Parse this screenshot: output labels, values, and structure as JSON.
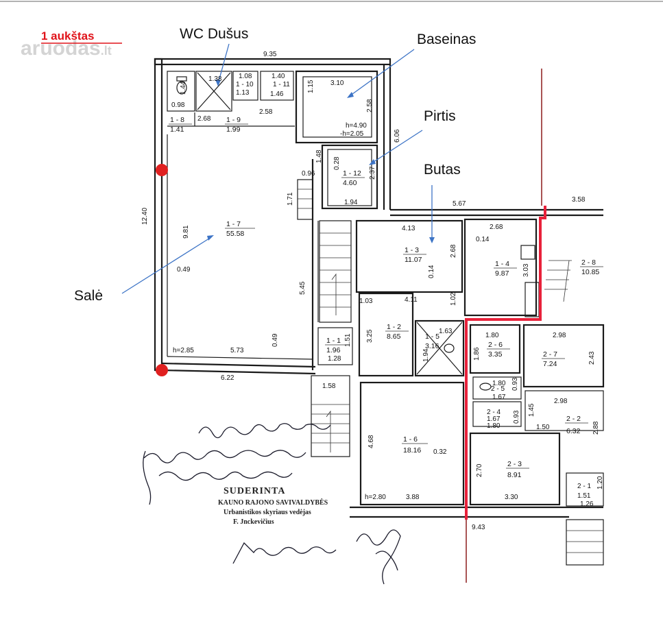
{
  "header": {
    "title": "1 aukštas",
    "watermark": "aruodas",
    "watermark_tld": ".lt"
  },
  "annotations": {
    "wc": "WC  Dušus",
    "pool": "Baseinas",
    "sauna": "Pirtis",
    "flat": "Butas",
    "hall": "Salė"
  },
  "rooms": {
    "r1_8": {
      "id": "1 - 8",
      "area": "1.41"
    },
    "r1_9": {
      "id": "1 - 9",
      "area": "1.99"
    },
    "r1_10": {
      "id": "1 - 10",
      "area": "1.13"
    },
    "r1_11": {
      "id": "1 - 11",
      "area": "1.46"
    },
    "r1_12": {
      "id": "1 - 12",
      "area": "4.60"
    },
    "r1_7": {
      "id": "1 - 7",
      "area": "55.58"
    },
    "r1_3": {
      "id": "1 - 3",
      "area": "11.07"
    },
    "r1_4": {
      "id": "1 - 4",
      "area": "9.87"
    },
    "r2_8": {
      "id": "2 - 8",
      "area": "10.85"
    },
    "r1_1": {
      "id": "1 - 1",
      "area": "1.96"
    },
    "r1_2": {
      "id": "1 - 2",
      "area": "8.65"
    },
    "r1_5": {
      "id": "1 - 5",
      "area": "3.16"
    },
    "r2_6": {
      "id": "2 - 6",
      "area": "3.35"
    },
    "r2_7": {
      "id": "2 - 7",
      "area": "7.24"
    },
    "r2_5": {
      "id": "2 - 5",
      "area": "1.67"
    },
    "r2_4": {
      "id": "2 - 4",
      "area": "1.67"
    },
    "r2_2": {
      "id": "2 - 2",
      "area": "6.32"
    },
    "r1_6": {
      "id": "1 - 6",
      "area": "18.16"
    },
    "r2_3": {
      "id": "2 - 3",
      "area": "8.91"
    },
    "r2_1": {
      "id": "2 - 1",
      "area": "1.51"
    }
  },
  "dims": {
    "top_width": "9.35",
    "d_1_38": "1.38",
    "d_1_08": "1.08",
    "d_1_40": "1.40",
    "d_0_98": "0.98",
    "d_1_44": "1.44",
    "d_2_68a": "2.68",
    "d_2_58": "2.58",
    "d_3_10": "3.10",
    "d_1_15": "1.15",
    "d_2_58b": "2.58",
    "pool_h": "h=4.90",
    "pool_h2": "-h=2.05",
    "d_6_06": "6.06",
    "d_1_48": "1.48",
    "d_0_96": "0.96",
    "d_0_28": "0.28",
    "d_2_37": "2.37",
    "d_1_94": "1.94",
    "d_1_71": "1.71",
    "d_12_40": "12.40",
    "d_9_81": "9.81",
    "d_0_49a": "0.49",
    "d_5_45": "5.45",
    "hall_h": "h=2.85",
    "d_5_73": "5.73",
    "d_0_49b": "0.49",
    "d_6_22": "6.22",
    "d_5_67": "5.67",
    "d_3_58": "3.58",
    "d_4_13": "4.13",
    "d_2_68b": "2.68",
    "d_2_68c": "2.68",
    "d_0_14a": "0.14",
    "d_0_14b": "0.14",
    "d_3_03": "3.03",
    "d_1_03": "1.03",
    "d_4_11": "4.11",
    "d_1_02": "1.02",
    "d_3_25": "3.25",
    "d_1_28": "1.28",
    "d_1_51": "1.51",
    "d_1_63": "1.63",
    "d_1_94b": "1.94",
    "d_1_80a": "1.80",
    "d_1_86": "1.86",
    "d_2_98a": "2.98",
    "d_2_43": "2.43",
    "d_1_80b": "1.80",
    "d_0_93a": "0.93",
    "d_2_98b": "2.98",
    "d_1_45": "1.45",
    "d_0_93b": "0.93",
    "d_1_80c": "1.80",
    "d_1_50": "1.50",
    "d_2_88": "2.88",
    "d_1_58": "1.58",
    "d_4_68": "4.68",
    "d_0_32": "0.32",
    "d_2_70": "2.70",
    "d_3_30": "3.30",
    "d_1_20": "1.20",
    "d_1_26": "1.26",
    "h_2_80": "h=2.80",
    "d_3_88": "3.88",
    "d_9_43": "9.43"
  },
  "stamp": {
    "head": "SUDERINTA",
    "line1": "KAUNO RAJONO SAVIVALDYBĖS",
    "line2": "Urbanistikos skyriaus vedėjas",
    "line3": "F. Jnckevičius"
  },
  "colors": {
    "title": "#e0131a",
    "marker": "#e02020",
    "arrow": "#3d74c6",
    "boundary": "#e8213a"
  }
}
